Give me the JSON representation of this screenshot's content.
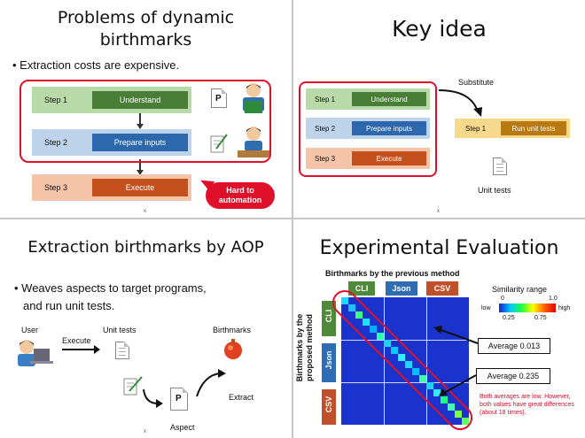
{
  "q1": {
    "title_line1": "Problems of dynamic",
    "title_line2": "birthmarks",
    "bullet": "Extraction costs are expensive.",
    "steps": [
      {
        "label": "Step 1",
        "action": "Understand"
      },
      {
        "label": "Step 2",
        "action": "Prepare inputs"
      },
      {
        "label": "Step 3",
        "action": "Execute"
      }
    ],
    "doc_letter": "P",
    "callout": "Hard to automation",
    "page_mark": "x"
  },
  "q2": {
    "title": "Key idea",
    "steps": [
      {
        "label": "Step 1",
        "action": "Understand"
      },
      {
        "label": "Step 2",
        "action": "Prepare inputs"
      },
      {
        "label": "Step 3",
        "action": "Execute"
      }
    ],
    "substitute_label": "Substitute",
    "new_step": {
      "label": "Step 1",
      "action": "Run unit tests"
    },
    "unit_tests_label": "Unit tests",
    "page_mark": "x"
  },
  "q3": {
    "title": "Extraction birthmarks by AOP",
    "bullet_line1": "Weaves aspects to target programs,",
    "bullet_line2": "and run unit tests.",
    "user_label": "User",
    "execute_label": "Execute",
    "unit_tests_label": "Unit tests",
    "birthmarks_label": "Birthmarks",
    "extract_label": "Extract",
    "aspect_label": "Aspect",
    "doc_letter": "P",
    "page_mark": "x"
  },
  "q4": {
    "title": "Experimental Evaluation",
    "top_axis_title": "Birthmarks by the previous method",
    "left_axis_title_line1": "Birthmarks by the",
    "left_axis_title_line2": "proposed method",
    "groups": [
      "CLI",
      "Json",
      "CSV"
    ],
    "group_colors": [
      "#4e8a3a",
      "#2f6cb3",
      "#c0502a"
    ],
    "legend_title": "Similarity range",
    "legend_min": "0",
    "legend_max": "1.0",
    "legend_low": "low",
    "legend_high": "high",
    "legend_tick1": "0.25",
    "legend_tick2": "0.75",
    "avg1": "Average 0.013",
    "avg2": "Average 0.235",
    "note": "Both averages are low. However, both values have great differences (about 18 times).",
    "page_mark": "x"
  },
  "colors": {
    "step1_bg": "#b8d9a8",
    "step1_action": "#4a7d36",
    "step2_bg": "#bcd3ea",
    "step2_action": "#2d67ad",
    "step3_bg": "#f5c4a8",
    "step3_action": "#c4501e",
    "highlight_red": "#e0102a",
    "new_step_bg": "#f7d98c",
    "new_step_action": "#b87a10",
    "heatmap_bg": "#1a33cc",
    "note_red": "#d0102a"
  }
}
